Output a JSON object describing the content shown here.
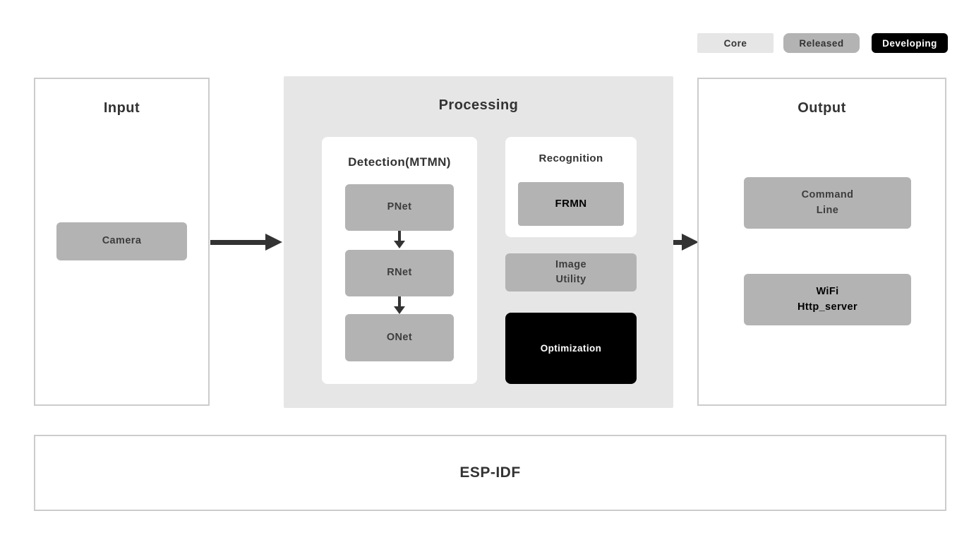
{
  "legend": {
    "items": [
      {
        "id": "core",
        "label": "Core",
        "bg": "#e6e6e6",
        "fg": "#333333"
      },
      {
        "id": "released",
        "label": "Released",
        "bg": "#b3b3b3",
        "fg": "#333333"
      },
      {
        "id": "developing",
        "label": "Developing",
        "bg": "#000000",
        "fg": "#ffffff"
      }
    ]
  },
  "input": {
    "title": "Input",
    "camera_label": "Camera"
  },
  "processing": {
    "title": "Processing",
    "detection": {
      "title": "Detection(MTMN)",
      "nodes": [
        "PNet",
        "RNet",
        "ONet"
      ]
    },
    "recognition": {
      "title": "Recognition",
      "node": "FRMN"
    },
    "image_utility": {
      "line1": "Image",
      "line2": "Utility"
    },
    "optimization_label": "Optimization"
  },
  "output": {
    "title": "Output",
    "command_line": {
      "line1": "Command",
      "line2": "Line"
    },
    "wifi": {
      "line1": "WiFi",
      "line2": "Http_server"
    }
  },
  "foundation": {
    "title": "ESP-IDF"
  },
  "colors": {
    "core_bg": "#e6e6e6",
    "released_bg": "#b3b3b3",
    "developing_bg": "#000000",
    "panel_border": "#cccccc",
    "arrow": "#333333",
    "title_text": "#333333",
    "node_text": "#3d3d3d"
  }
}
